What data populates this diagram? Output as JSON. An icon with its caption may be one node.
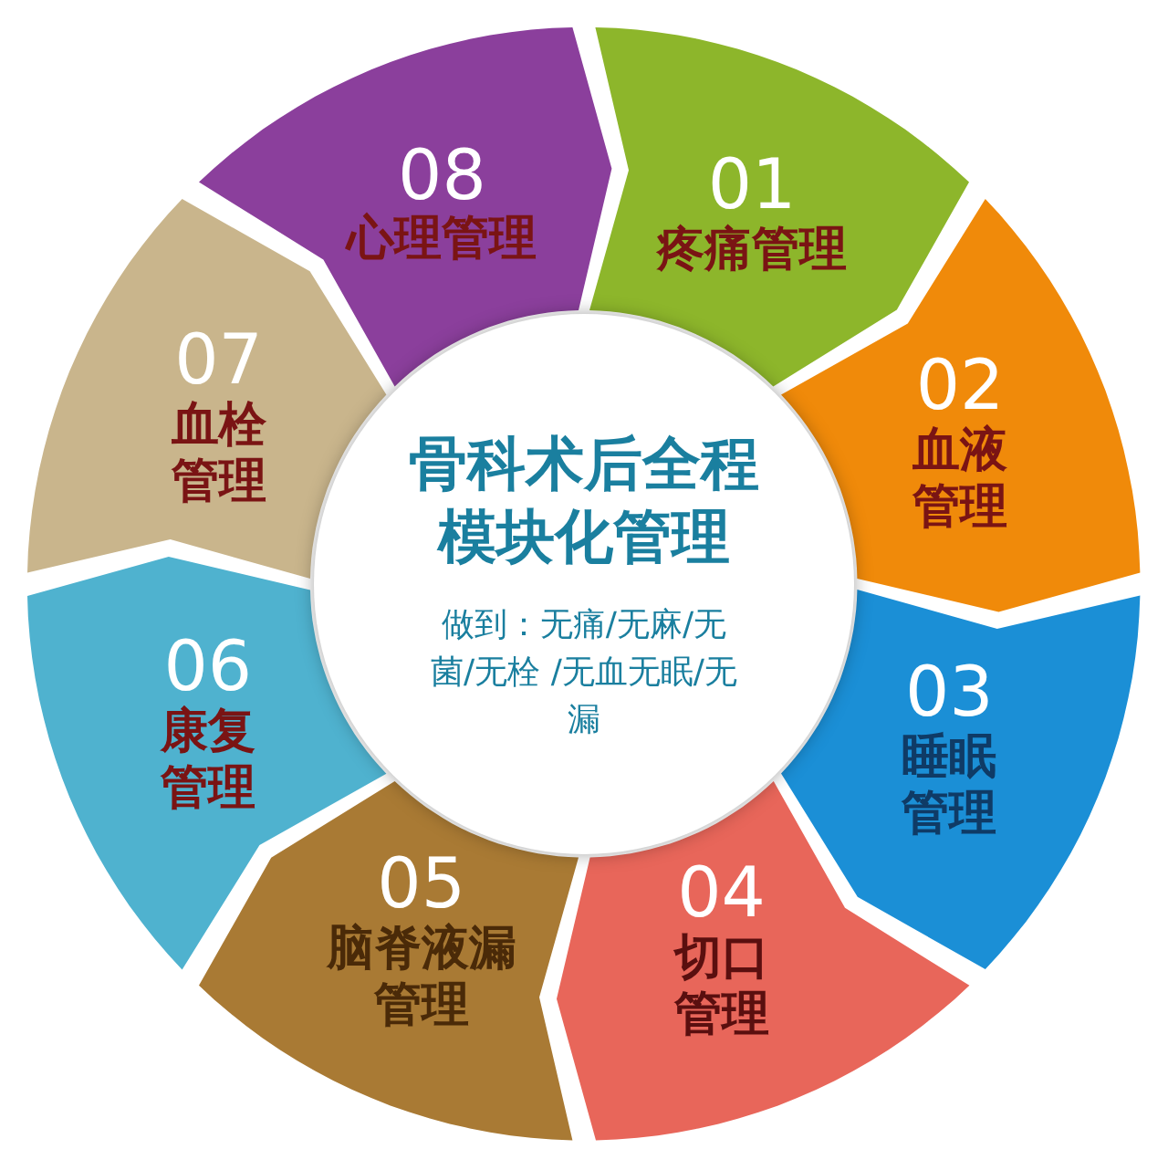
{
  "diagram": {
    "nodes": [
      {
        "text": [
          "骨科术后全程模块化管理",
          "做到：无痛/无麻/无菌/无栓 /无血无眠/无漏"
        ]
      },
      {
        "text": [
          "01",
          "疼痛管理"
        ]
      },
      {
        "text": [
          "02",
          "血液管理"
        ]
      },
      {
        "text": [
          "03",
          "睡眠管理"
        ]
      },
      {
        "text": [
          "04",
          "切口管理"
        ]
      },
      {
        "text": [
          "05",
          "脑脊液漏管理"
        ]
      },
      {
        "text": [
          "06",
          "康复管理"
        ]
      },
      {
        "text": [
          "07",
          "血栓管理"
        ]
      },
      {
        "text": [
          "08",
          "心理管理"
        ]
      }
    ]
  }
}
